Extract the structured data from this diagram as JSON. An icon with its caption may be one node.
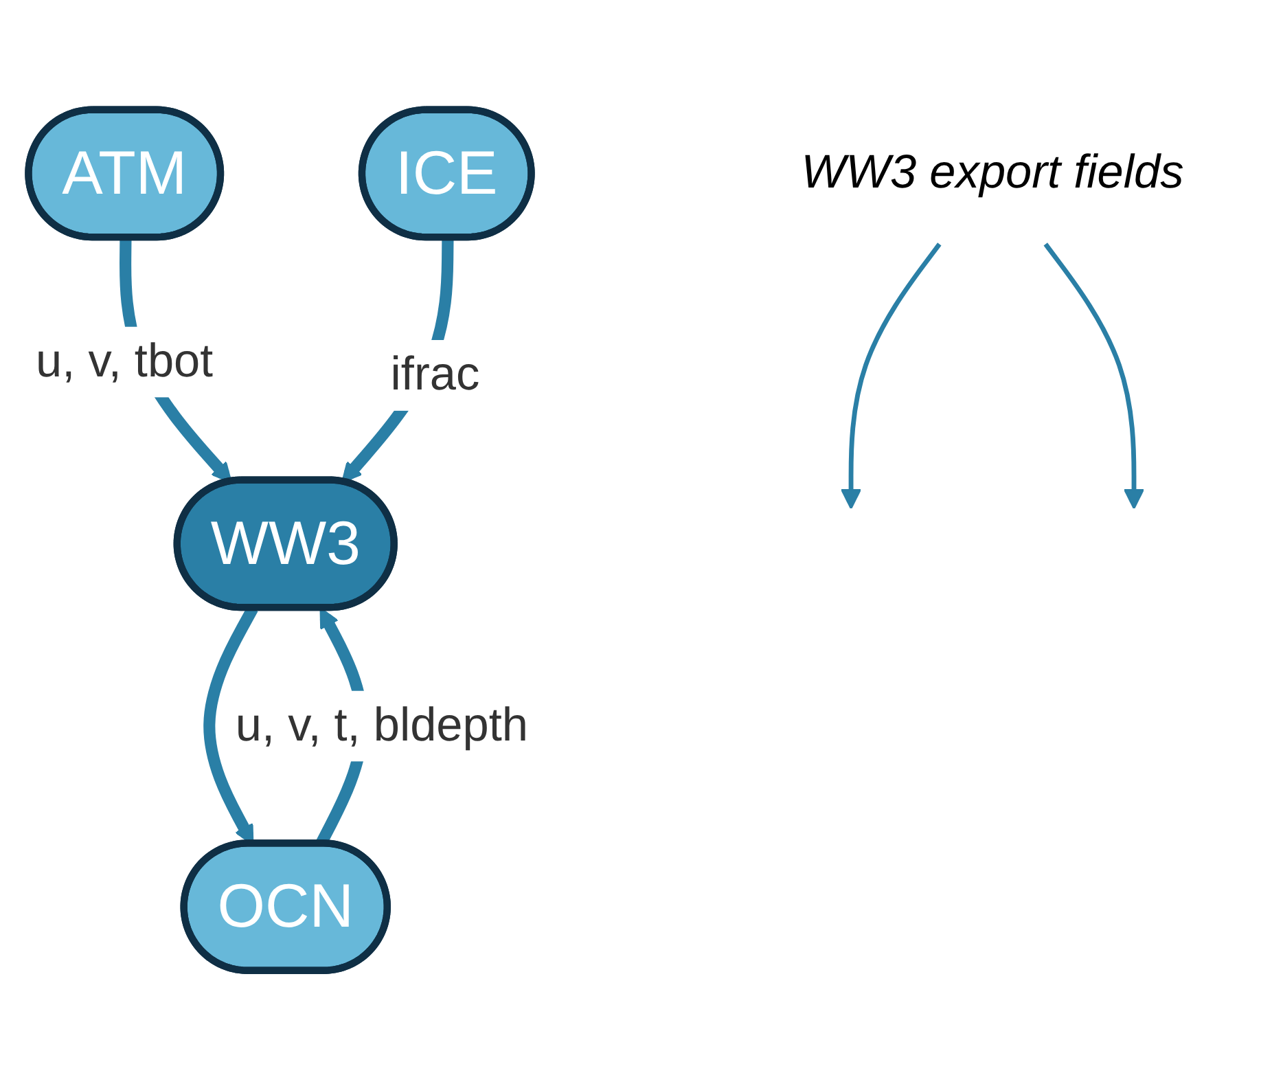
{
  "diagram": {
    "nodes": [
      {
        "text": [
          "ATM"
        ]
      },
      {
        "text": [
          "WW3"
        ]
      },
      {
        "text": [
          "ICE"
        ]
      },
      {
        "text": [
          "OCN"
        ]
      },
      {
        "text": [
          "WW3 export fields"
        ]
      }
    ],
    "edges": [
      {
        "from": 0,
        "to": 1,
        "arrow": "to",
        "label": "u, v, tbot"
      },
      {
        "from": 2,
        "to": 1,
        "arrow": "to",
        "label": "ifrac"
      },
      {
        "from": 3,
        "to": 1,
        "arrow": "to",
        "label": "u, v, t, bldepth"
      },
      {
        "from": 1,
        "to": 3,
        "arrow": "to"
      },
      {
        "from": 4,
        "to": null,
        "arrow": "to"
      },
      {
        "from": 4,
        "to": null,
        "arrow": "to"
      }
    ]
  }
}
